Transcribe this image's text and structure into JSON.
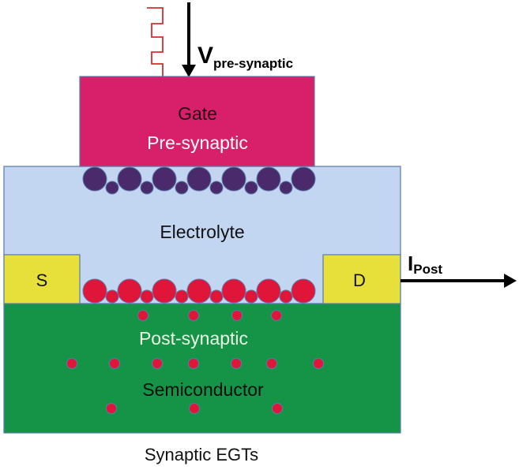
{
  "title": "Synaptic EGTs",
  "colors": {
    "gate": "#D81F6A",
    "electrolyte": "#C2D6F1",
    "contact": "#E8E03A",
    "semiconductor": "#159447",
    "anion": "#4B2A6B",
    "cation": "#E0153A",
    "border": "#5A7AA8",
    "pulse": "#D32F2F"
  },
  "labels": {
    "v_main": "V",
    "v_sub": "pre-synaptic",
    "gate": "Gate",
    "pre_synaptic": "Pre-synaptic",
    "electrolyte": "Electrolyte",
    "source": "S",
    "drain": "D",
    "i_main": "I",
    "i_sub": "Post",
    "post_synaptic": "Post-synaptic",
    "semiconductor": "Semiconductor",
    "caption": "Synaptic EGTs"
  },
  "ions": {
    "large_per_row": 7,
    "small_per_row": 6,
    "dispersed_cations_rows": [
      4,
      7,
      3
    ]
  }
}
